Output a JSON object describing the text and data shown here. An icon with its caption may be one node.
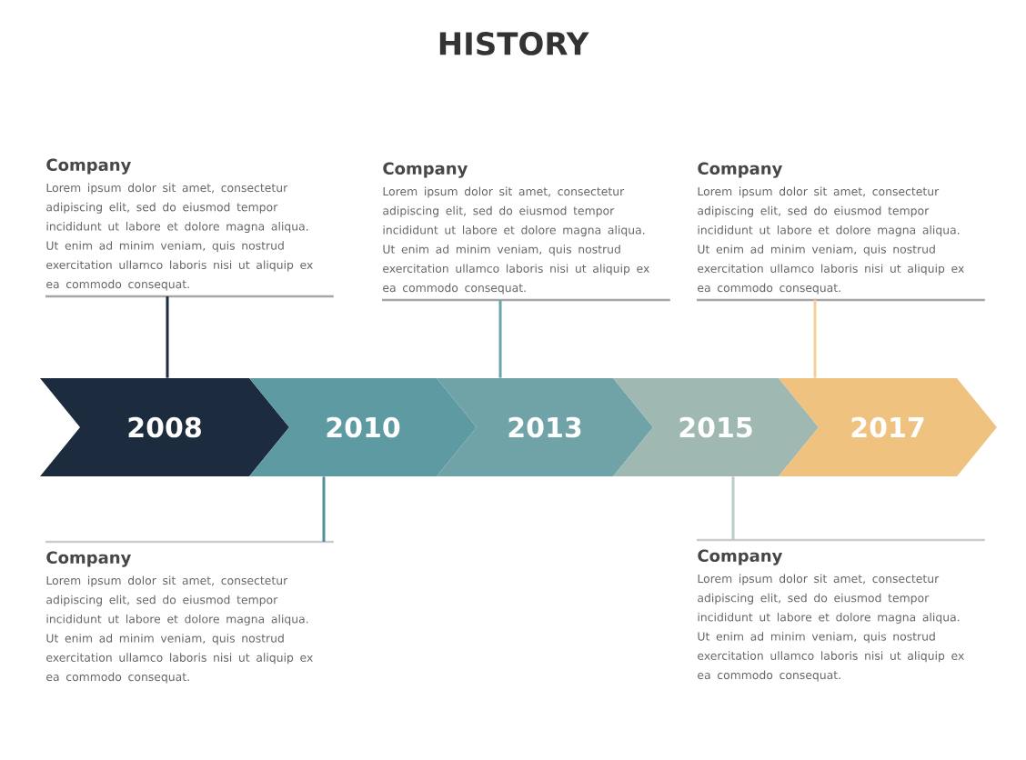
{
  "diagram": {
    "title": "HISTORY",
    "nodes": [
      {
        "text": [
          "Company",
          "Lorem ipsum dolor sit amet, consectetur adipiscing elit, sed do eiusmod tempor incididunt ut labore et dolore magna aliqua. Ut enim ad minim veniam, quis nostrud exercitation ullamco laboris nisi ut aliquip ex ea commodo consequat."
        ]
      },
      {
        "text": [
          "Company",
          "Lorem ipsum dolor sit amet, consectetur adipiscing elit, sed do eiusmod tempor incididunt ut labore et dolore magna aliqua. Ut enim ad minim veniam, quis nostrud exercitation ullamco laboris nisi ut aliquip ex ea commodo consequat."
        ]
      },
      {
        "text": [
          "Company",
          "Lorem ipsum dolor sit amet, consectetur adipiscing elit, sed do eiusmod tempor incididunt ut labore et dolore magna aliqua. Ut enim ad minim veniam, quis nostrud exercitation ullamco laboris nisi ut aliquip ex ea commodo consequat."
        ]
      },
      {
        "text": [
          "2008"
        ]
      },
      {
        "text": [
          "2010"
        ]
      },
      {
        "text": [
          "2013"
        ]
      },
      {
        "text": [
          "2015"
        ]
      },
      {
        "text": [
          "2017"
        ]
      },
      {
        "text": [
          "Company",
          "Lorem ipsum dolor sit amet, consectetur adipiscing elit, sed do eiusmod tempor incididunt ut labore et dolore magna aliqua. Ut enim ad minim veniam, quis nostrud exercitation ullamco laboris nisi ut aliquip ex ea commodo consequat."
        ]
      },
      {
        "text": [
          "Company",
          "Lorem ipsum dolor sit amet, consectetur adipiscing elit, sed do eiusmod tempor incididunt ut labore et dolore magna aliqua. Ut enim ad minim veniam, quis nostrud exercitation ullamco laboris nisi ut aliquip ex ea commodo consequat."
        ]
      }
    ],
    "edges": [
      {
        "from": 3,
        "to": 0,
        "arrow": "none",
        "color": "#1c2b3d"
      },
      {
        "from": 4,
        "to": 8,
        "arrow": "none",
        "color": "#4f8f9a"
      },
      {
        "from": 5,
        "to": 1,
        "arrow": "none",
        "color": "#6fa3a8"
      },
      {
        "from": 6,
        "to": 9,
        "arrow": "none",
        "color": "#b9cbc5"
      },
      {
        "from": 7,
        "to": 2,
        "arrow": "none",
        "color": "#f5cf98"
      }
    ]
  }
}
